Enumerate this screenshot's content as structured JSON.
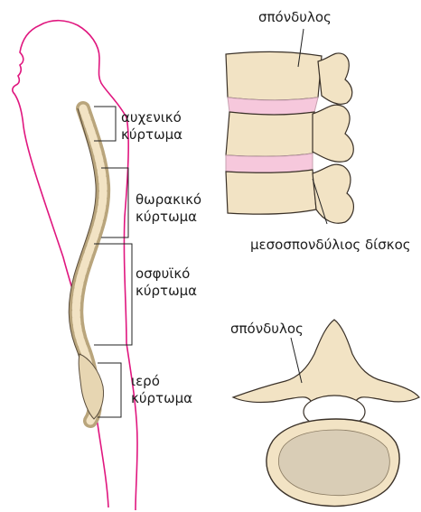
{
  "labels": {
    "cervical": [
      "αυχενικό",
      "κύρτωμα"
    ],
    "thoracic": [
      "θωρακικό",
      "κύρτωμα"
    ],
    "lumbar": [
      "οσφυϊκό",
      "κύρτωμα"
    ],
    "sacral": [
      "ιερό",
      "κύρτωμα"
    ],
    "vertebra_top": "σπόνδυλος",
    "disc": "μεσοσπονδύλιος δίσκος",
    "vertebra_bottom": "σπόνδυλος"
  },
  "colors": {
    "body_outline": "#e0177f",
    "bone": "#f2e3c4",
    "bone_outline": "#3a3128",
    "disc": "#f6c8dc",
    "cancellous_bone": "#d9cdb6",
    "leader_line": "#222222"
  }
}
